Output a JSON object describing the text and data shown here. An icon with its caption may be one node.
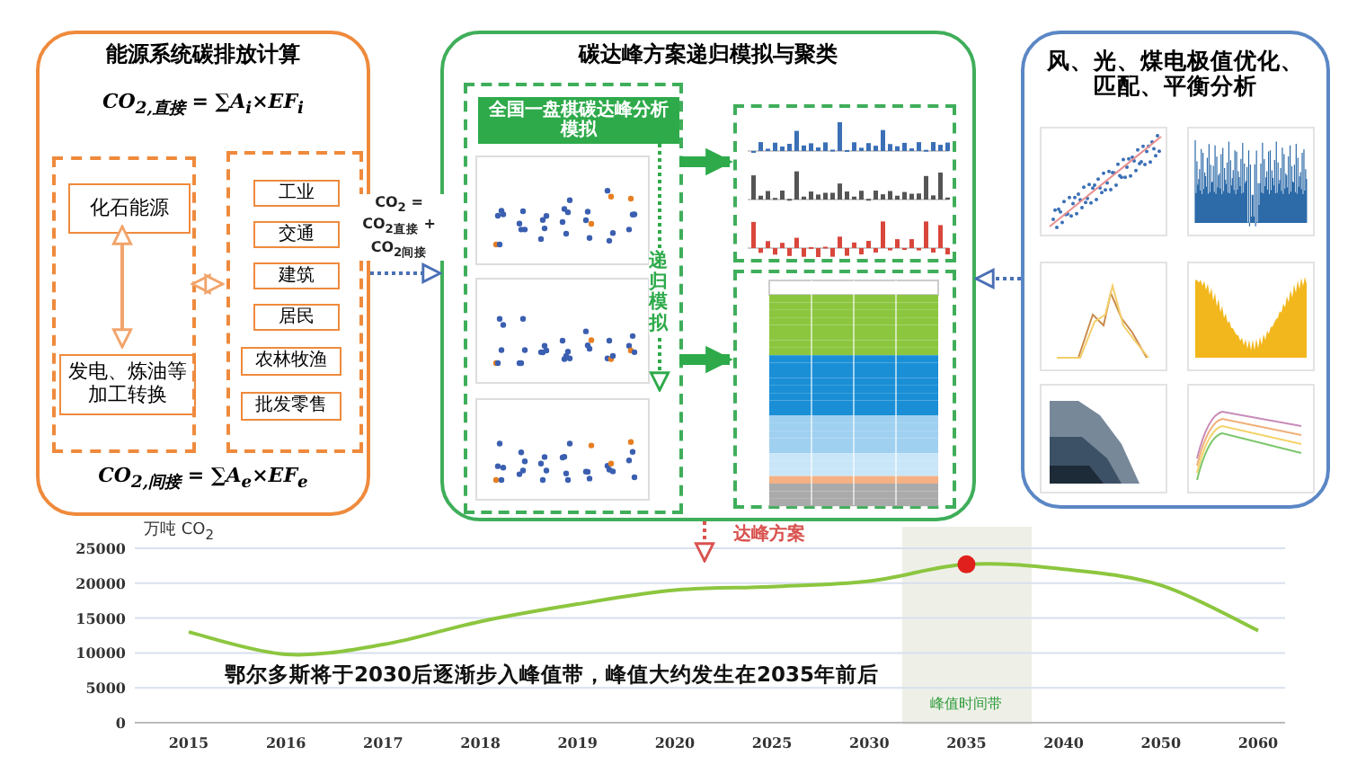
{
  "diagram": {
    "nodes": [
      {
        "text": [
          "能源系统碳排放计算",
          "CO$_{2,直接}$ = ∑A$_{i}$×EF$_{i}$",
          "CO$_{2,间接}$ = ∑A$_{e}$×EF$_{e}$"
        ]
      },
      {
        "text": [],
        "shape": "box",
        "in": 0
      },
      {
        "text": [
          "化石能源"
        ],
        "in": 1
      },
      {
        "text": [
          "发电、炼油等加工转换"
        ],
        "in": 1
      },
      {
        "text": [],
        "shape": "box",
        "in": 0
      },
      {
        "text": [
          "工业"
        ],
        "in": 4
      },
      {
        "text": [
          "交通"
        ],
        "in": 4
      },
      {
        "text": [
          "建筑"
        ],
        "in": 4
      },
      {
        "text": [
          "居民"
        ],
        "in": 4
      },
      {
        "text": [
          "农林牧渔"
        ],
        "in": 4
      },
      {
        "text": [
          "批发零售"
        ],
        "in": 4
      },
      {
        "text": [
          "碳达峰方案递归模拟与聚类"
        ]
      },
      {
        "text": [],
        "shape": "box",
        "in": 11
      },
      {
        "text": [
          "全国一盘棋碳达峰分析模拟"
        ],
        "in": 12
      },
      {
        "text": [],
        "shape": "picture",
        "in": 12
      },
      {
        "text": [],
        "shape": "picture",
        "in": 12
      },
      {
        "text": [],
        "shape": "picture",
        "in": 12
      },
      {
        "text": [],
        "shape": "picture",
        "in": 11
      },
      {
        "text": [],
        "shape": "picture",
        "in": 11
      },
      {
        "text": [
          "风、光、煤电极值优化、匹配、平衡分析"
        ]
      },
      {
        "text": [],
        "shape": "picture",
        "in": 19
      },
      {
        "text": [],
        "shape": "picture",
        "in": 19
      },
      {
        "text": [],
        "shape": "picture",
        "in": 19
      },
      {
        "text": [],
        "shape": "picture",
        "in": 19
      },
      {
        "text": [],
        "shape": "picture",
        "in": 19
      },
      {
        "text": [],
        "shape": "picture",
        "in": 19
      }
    ],
    "edges": [
      {
        "from": 2,
        "to": 3,
        "arrow": "both",
        "color": "#f2a46b"
      },
      {
        "from": 1,
        "to": 4,
        "arrow": "both",
        "color": "#f2a46b"
      },
      {
        "from": 0,
        "to": 11,
        "arrow": "to",
        "style": "dashed",
        "color": "#4a6fb5",
        "label": "CO$_{2}$ = CO$_{2直接}$ + CO$_{2间接}$"
      },
      {
        "from": 13,
        "to": 16,
        "arrow": "to",
        "style": "dashed",
        "color": "#2eaa4a",
        "label": "递归模拟"
      },
      {
        "from": 12,
        "to": 17,
        "arrow": "to",
        "style": "thick",
        "color": "#2eaa4a"
      },
      {
        "from": 12,
        "to": 18,
        "arrow": "to",
        "style": "thick",
        "color": "#2eaa4a"
      },
      {
        "from": 19,
        "to": 11,
        "arrow": "to",
        "style": "dashed",
        "color": "#4a6fb5"
      },
      {
        "from": 11,
        "to": null,
        "arrow": "to",
        "style": "dashed",
        "color": "#d9534f",
        "label": "达峰方案"
      }
    ],
    "chart_data": {
      "type": "line",
      "ylabel": "万吨 CO$_{2}$",
      "categories": [
        "2015",
        "2016",
        "2017",
        "2018",
        "2019",
        "2020",
        "2025",
        "2030",
        "2035",
        "2040",
        "2050",
        "2060"
      ],
      "series": [
        {
          "color": "#8cc63f",
          "values": [
            13000,
            9800,
            11200,
            14500,
            17000,
            19000,
            19500,
            20300,
            22700,
            22000,
            19700,
            13200
          ]
        }
      ],
      "ylim": [
        0,
        25000
      ],
      "grid": true,
      "yticks": [
        0,
        5000,
        10000,
        15000,
        20000,
        25000
      ],
      "annotations": [
        "鄂尔多斯将于2030后逐渐步入峰值带，峰值大约发生在2035年前后",
        "峰值时间带"
      ]
    }
  }
}
